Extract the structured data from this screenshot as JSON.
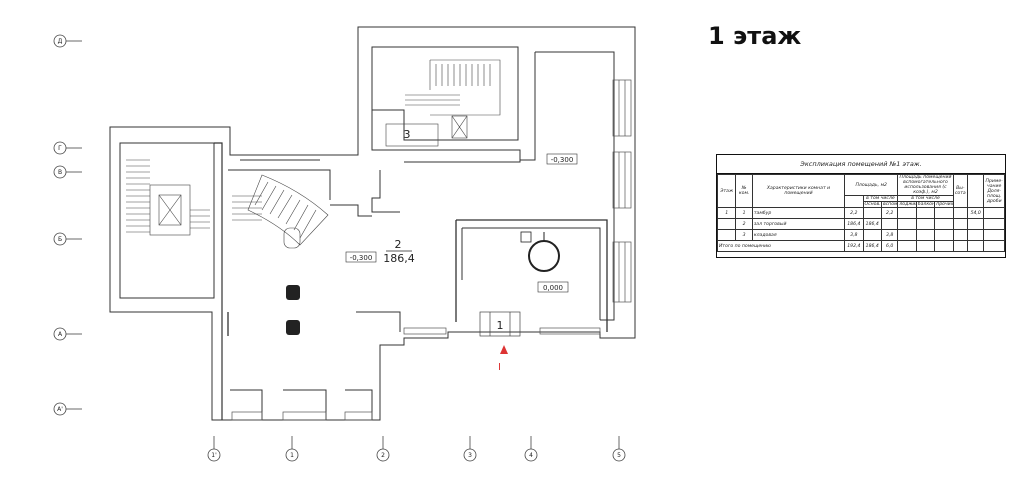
{
  "title": "1 этаж",
  "axes_letters": [
    "Д",
    "Г",
    "В",
    "Б",
    "А",
    "А'"
  ],
  "axes_numbers": [
    "1'",
    "1",
    "2",
    "3",
    "4",
    "5"
  ],
  "rooms": [
    {
      "number": "1"
    },
    {
      "number": "2",
      "area": "186,4"
    },
    {
      "number": "3"
    }
  ],
  "levels": [
    "-0,300",
    "-0,300",
    "0,000"
  ],
  "section_mark": "I",
  "explication": {
    "caption": "Экспликация помещений №1 этаж.",
    "col_floor": "Этаж",
    "col_num": "№ ком.",
    "col_desc": "Характеристики комнат и помещений",
    "col_area": "Площадь, м2",
    "col_incl": "в том числе",
    "col_main": "Основ.",
    "col_aux": "вспом.",
    "col_storage": "Вспом.",
    "col_balcony_head": "Площадь помещений вспомогательного использования (с коэф.), м2",
    "col_incl2": "в том числе",
    "col_loggia": "лоджий",
    "col_balk": "балконов",
    "col_other": "прочих",
    "col_height": "Вы-сота",
    "col_note": "Приме-чание",
    "col_note2": "Доля-площ. дроби",
    "rows": [
      {
        "floor": "1",
        "num": "1",
        "desc": "тамбур",
        "total": "2,2",
        "main": "",
        "aux": "2,2",
        "height": "",
        "note": "54,0"
      },
      {
        "floor": "",
        "num": "2",
        "desc": "зал торговый",
        "total": "186,4",
        "main": "186,4",
        "aux": "",
        "height": "",
        "note": ""
      },
      {
        "floor": "",
        "num": "3",
        "desc": "кладовая",
        "total": "3,8",
        "main": "",
        "aux": "3,8",
        "height": "",
        "note": ""
      }
    ],
    "total_label": "Итого по помещению",
    "total_sum": "192,4",
    "total_main": "186,4",
    "total_aux": "6,0"
  }
}
